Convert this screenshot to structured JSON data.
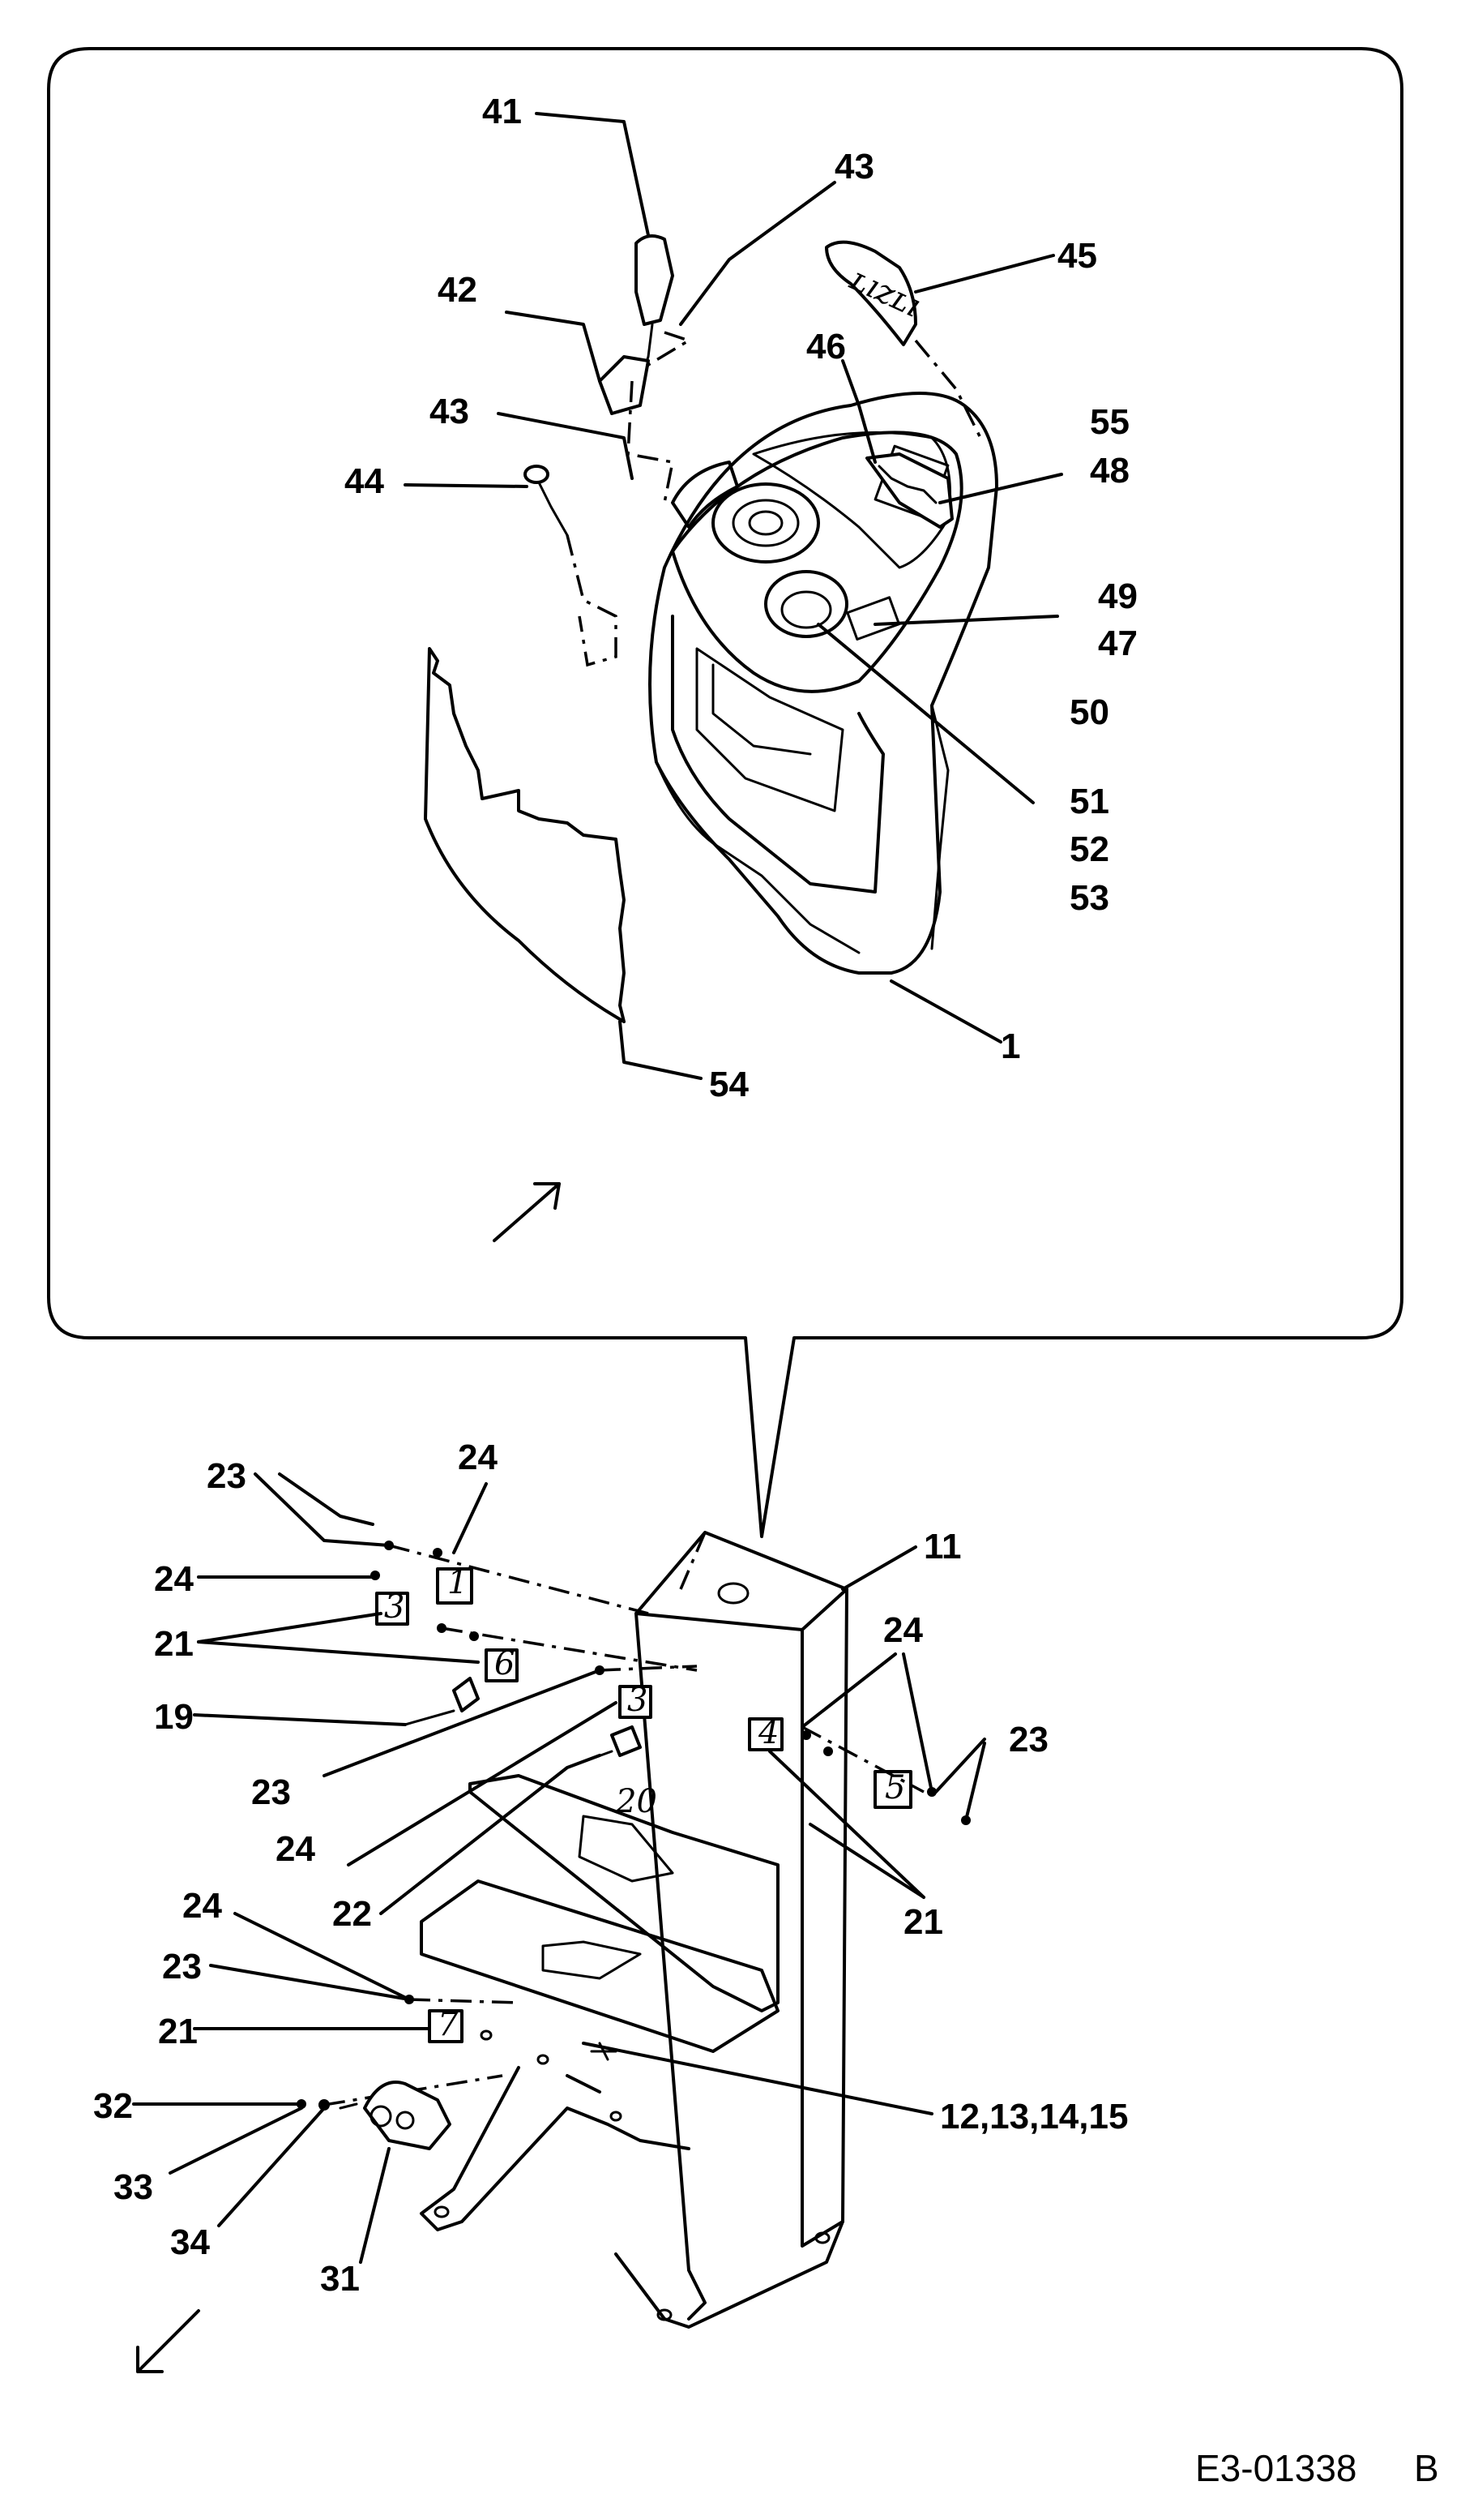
{
  "callouts": {
    "c41": "41",
    "c43a": "43",
    "c45": "45",
    "c42": "42",
    "c46": "46",
    "c43b": "43",
    "c55": "55",
    "c44": "44",
    "c48": "48",
    "c49": "49",
    "c47": "47",
    "c50": "50",
    "c51": "51",
    "c52": "52",
    "c53": "53",
    "c1": "1",
    "c54": "54",
    "c23a": "23",
    "c24a": "24",
    "c11": "11",
    "c24b": "24",
    "c21a": "21",
    "c19": "19",
    "c24c": "24",
    "c23b": "23",
    "c23c": "23",
    "c20": "20",
    "c24d": "24",
    "c22": "22",
    "c21b": "21",
    "c24e": "24",
    "c23d": "23",
    "c21c": "21",
    "c12": "12,13,14,15",
    "c32": "32",
    "c33": "33",
    "c34": "34",
    "c31": "31"
  },
  "relay_marks": [
    "3",
    "1",
    "6",
    "3",
    "4",
    "5",
    "7"
  ],
  "drawing_code": "E3-01338",
  "revision": "B"
}
